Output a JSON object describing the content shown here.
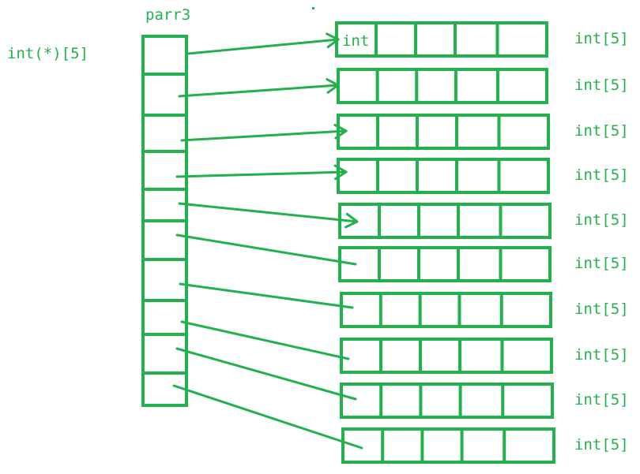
{
  "diagram": {
    "pointer_array_name": "parr3",
    "pointer_type_label": "int(*)[5]",
    "element_label": "int",
    "row_type_label": "int[5]",
    "row_count": 10,
    "slots_per_row": 5,
    "pointer_array_cells": 10,
    "stroke_color": "#22b14c",
    "text_color": "#22b14c"
  }
}
